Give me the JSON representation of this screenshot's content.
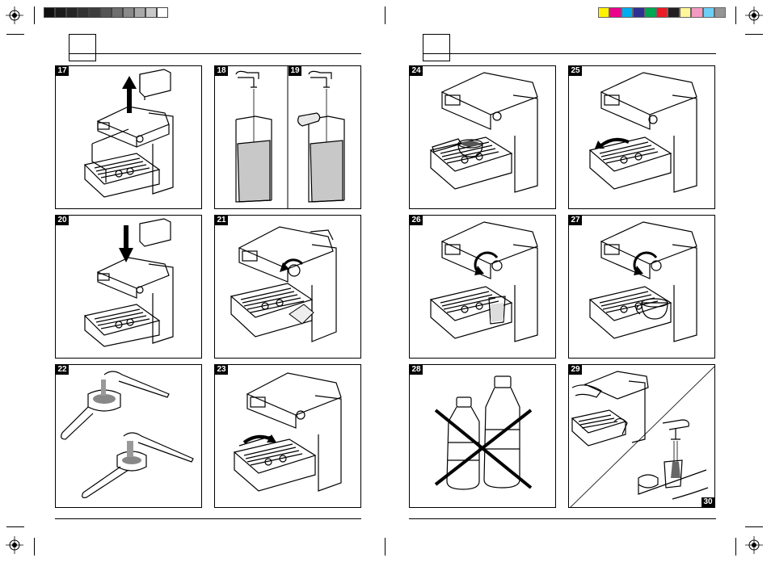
{
  "gray_swatches": [
    "#111111",
    "#1c1c1c",
    "#262626",
    "#333333",
    "#3d3d3d",
    "#555555",
    "#6f6f6f",
    "#8a8a8a",
    "#a9a9a9",
    "#c8c8c8",
    "#ffffff"
  ],
  "color_swatches": [
    "#fff200",
    "#ec008c",
    "#00aeef",
    "#2e3192",
    "#00a651",
    "#ed1c24",
    "#231f20",
    "#fff799",
    "#f49ac1",
    "#6dcff6",
    "#959595"
  ],
  "left_page": {
    "panels": [
      {
        "num": "17"
      },
      {
        "num": "18",
        "num_b": "19"
      },
      {
        "num": "20"
      },
      {
        "num": "21"
      },
      {
        "num": "22"
      },
      {
        "num": "23"
      }
    ]
  },
  "right_page": {
    "panels": [
      {
        "num": "24"
      },
      {
        "num": "25"
      },
      {
        "num": "26"
      },
      {
        "num": "27"
      },
      {
        "num": "28"
      },
      {
        "num": "29",
        "num_b": "30"
      }
    ]
  }
}
